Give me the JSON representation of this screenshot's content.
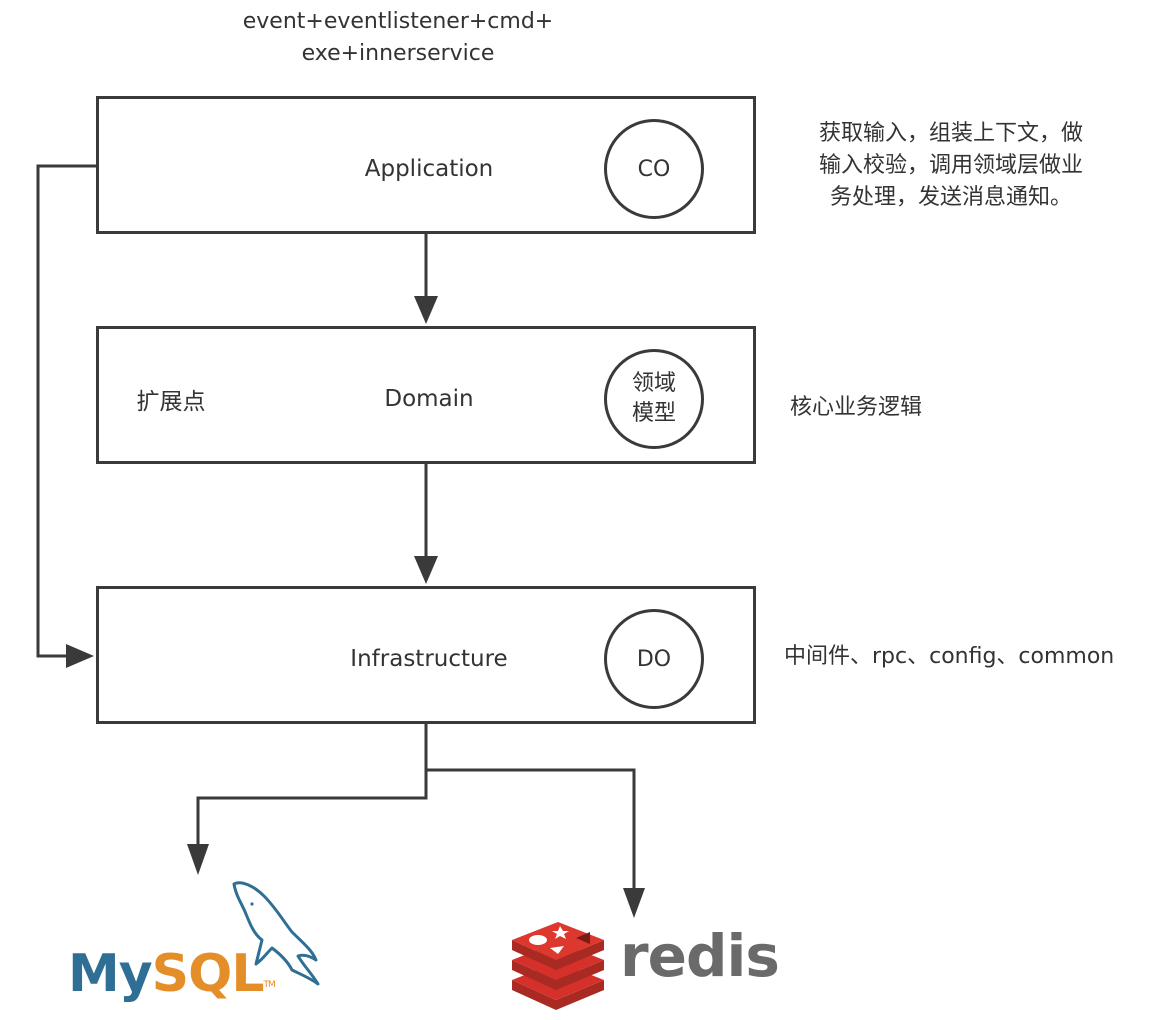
{
  "top_note": {
    "line1": "event+eventlistener+cmd+",
    "line2": "exe+innerservice"
  },
  "layers": [
    {
      "name": "Application",
      "object": "CO",
      "note_lines": [
        "获取输入，组装上下文，做",
        "输入校验，调用领域层做业",
        "务处理，发送消息通知。"
      ]
    },
    {
      "name": "Domain",
      "side_label": "扩展点",
      "object_lines": [
        "领域",
        "模型"
      ],
      "note_lines": [
        "核心业务逻辑"
      ]
    },
    {
      "name": "Infrastructure",
      "object": "DO",
      "note_lines": [
        "中间件、rpc、config、common"
      ]
    }
  ],
  "storage": {
    "mysql": {
      "label_my": "My",
      "label_sql": "SQL",
      "tm": "TM",
      "color_my": "#2f6f95",
      "color_sql": "#e48e2a"
    },
    "redis": {
      "label": "redis",
      "color": "#d6302a"
    }
  },
  "colors": {
    "line": "#3a3a3a",
    "text": "#333333"
  }
}
